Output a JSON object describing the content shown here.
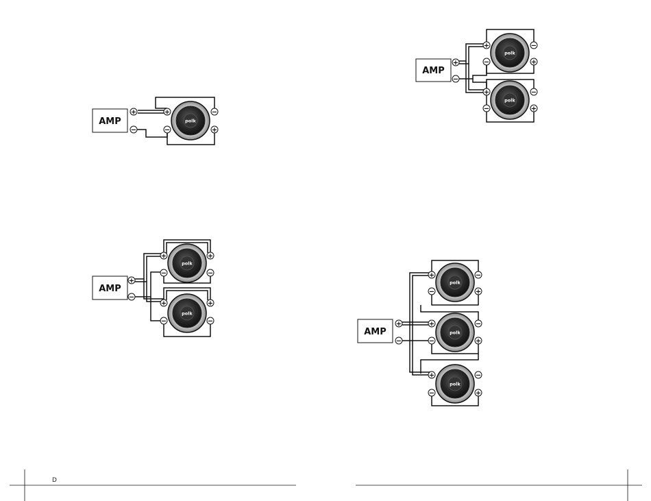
{
  "amp_label": "AMP",
  "speaker_brand": "polk",
  "plus_symbol": "+",
  "minus_symbol": "−",
  "page_letter": "D",
  "colors": {
    "ink": "#111111",
    "paper": "#ffffff",
    "cone_dark": "#1a1a1a"
  }
}
